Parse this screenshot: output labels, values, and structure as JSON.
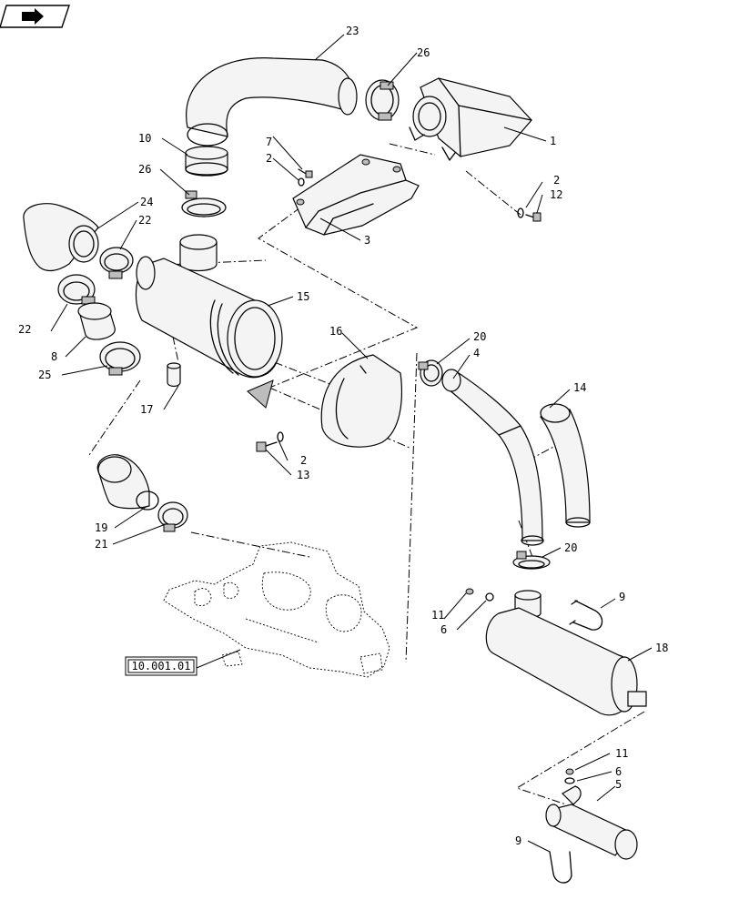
{
  "nav_icon": "forward-arrow-icon",
  "reference_box": "10.001.01",
  "callouts": {
    "c1": "1",
    "c2a": "2",
    "c2b": "2",
    "c2c": "2",
    "c3": "3",
    "c4": "4",
    "c5": "5",
    "c6a": "6",
    "c6b": "6",
    "c7": "7",
    "c8": "8",
    "c9a": "9",
    "c9b": "9",
    "c10": "10",
    "c11a": "11",
    "c11b": "11",
    "c12": "12",
    "c13": "13",
    "c14": "14",
    "c15": "15",
    "c16": "16",
    "c17": "17",
    "c18": "18",
    "c19": "19",
    "c20a": "20",
    "c20b": "20",
    "c21": "21",
    "c22a": "22",
    "c22b": "22",
    "c23": "23",
    "c24": "24",
    "c25": "25",
    "c26a": "26",
    "c26b": "26"
  }
}
